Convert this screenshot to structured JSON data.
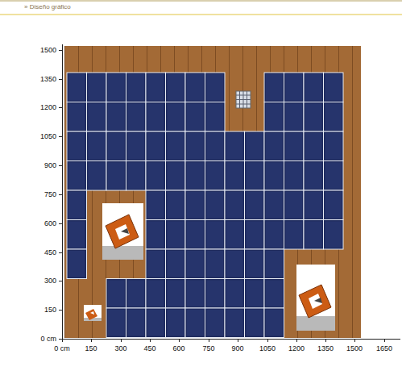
{
  "diagram": {
    "title": "» Diseño gráfico",
    "labels": [
      "1500",
      "1350",
      "1200",
      "1050",
      "900",
      "750",
      "600",
      "450",
      "300",
      "150",
      "0 cm",
      "0 cm",
      "150",
      "300",
      "450",
      "600",
      "750",
      "900",
      "1050",
      "1200",
      "1350",
      "1500",
      "1650"
    ]
  }
}
